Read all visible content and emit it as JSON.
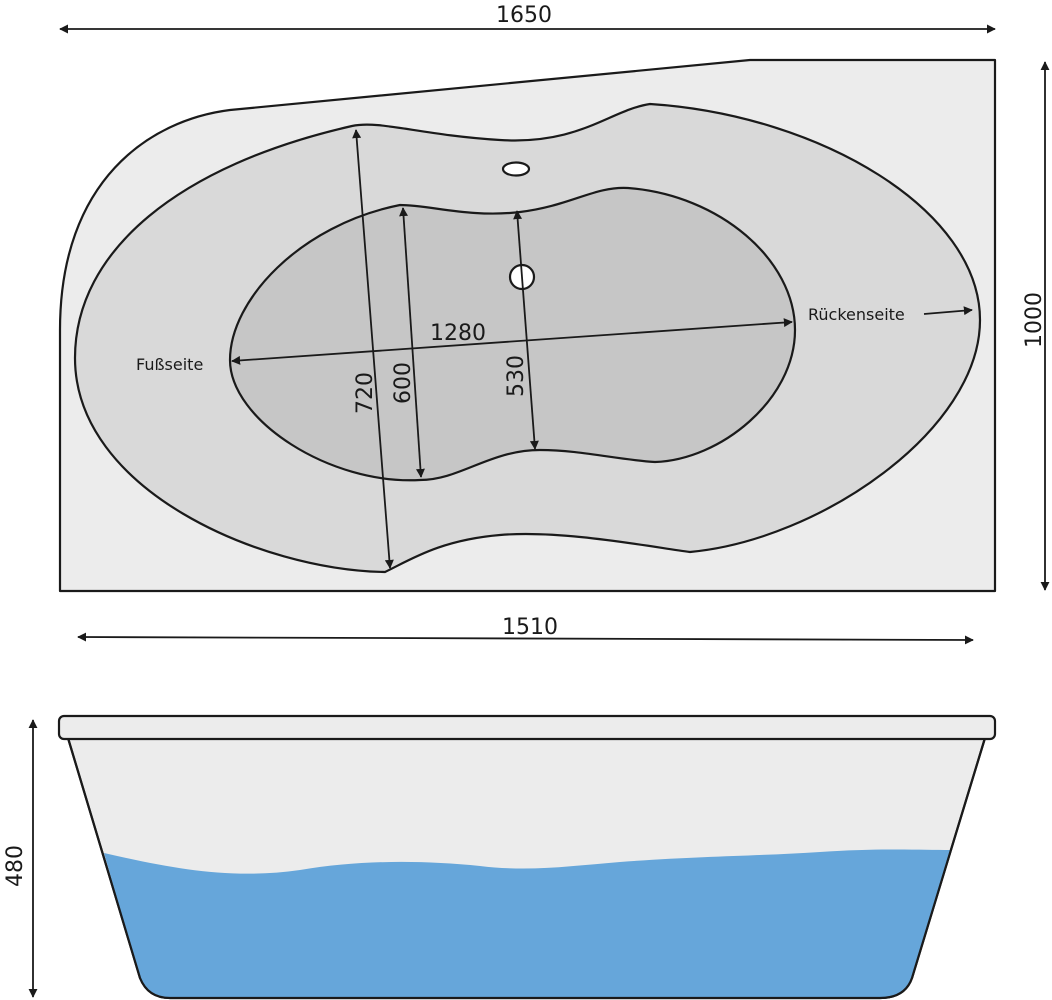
{
  "top_view": {
    "overall_width": "1650",
    "overall_depth": "1000",
    "bottom_width": "1510",
    "inner_length": "1280",
    "rim_depth": "720",
    "mid_depth": "600",
    "basin_depth": "530",
    "foot_side_label": "Fußseite",
    "back_side_label": "Rückenseite"
  },
  "side_view": {
    "height": "480"
  },
  "colors": {
    "rim": "#ececec",
    "ledge": "#d9d9d9",
    "basin": "#c6c6c6",
    "water": "#66a6da",
    "outline": "#1a1a1a"
  }
}
